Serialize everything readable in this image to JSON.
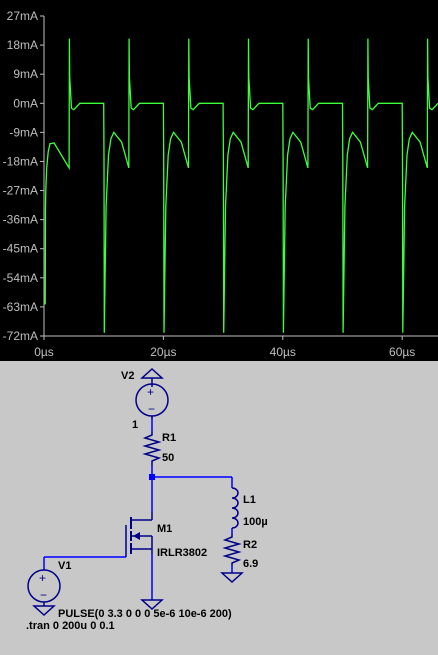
{
  "colors": {
    "plot_background": "#000000",
    "trace": "#3cff3c",
    "axis_text": "#bfbfbf",
    "schematic_background": "#c8c8c8",
    "wire": "#0000ff",
    "component": "#000088",
    "ground": "#000088",
    "junction": "#0000ff"
  },
  "chart_data": {
    "type": "line",
    "x_unit": "µs",
    "y_unit": "mA",
    "xlim": [
      0,
      66
    ],
    "ylim": [
      -72,
      27
    ],
    "grid": false,
    "x_ticks": [
      "0µs",
      "20µs",
      "40µs",
      "60µs"
    ],
    "x_tick_values": [
      0,
      20,
      40,
      60
    ],
    "y_ticks": [
      "27mA",
      "18mA",
      "9mA",
      "0mA",
      "-9mA",
      "-18mA",
      "-27mA",
      "-36mA",
      "-45mA",
      "-54mA",
      "-63mA",
      "-72mA"
    ],
    "y_tick_values": [
      27,
      18,
      9,
      0,
      -9,
      -18,
      -27,
      -36,
      -45,
      -54,
      -63,
      -72
    ],
    "series": [
      {
        "x": [
          0,
          0.2,
          0.25,
          0.3,
          0.45,
          0.7,
          1,
          1.7,
          4.2,
          4.25,
          4.3,
          4.6,
          5,
          5.5,
          6,
          7,
          8,
          9.2,
          10,
          10.05,
          10.1,
          10.4,
          10.8,
          11.2,
          11.7,
          13,
          14.2,
          14.25,
          14.3,
          14.6,
          15,
          15.5,
          16,
          17,
          18,
          19.2,
          20,
          20.05,
          20.1,
          20.4,
          20.8,
          21.2,
          21.7,
          23,
          24.2,
          24.25,
          24.3,
          24.6,
          25,
          25.5,
          26,
          27,
          28,
          29.2,
          30,
          30.05,
          30.1,
          30.4,
          30.8,
          31.2,
          31.7,
          33,
          34.2,
          34.25,
          34.3,
          34.6,
          35,
          35.5,
          36,
          37,
          38,
          39.2,
          40,
          40.05,
          40.1,
          40.4,
          40.8,
          41.2,
          41.7,
          43,
          44.2,
          44.25,
          44.3,
          44.6,
          45,
          45.5,
          46,
          47,
          48,
          49.2,
          50,
          50.05,
          50.1,
          50.4,
          50.8,
          51.2,
          51.7,
          53,
          54.2,
          54.25,
          54.3,
          54.6,
          55,
          55.5,
          56,
          57,
          58,
          59.2,
          60,
          60.05,
          60.1,
          60.4,
          60.8,
          61.2,
          61.7,
          63,
          64.2,
          64.25,
          64.3,
          64.6,
          65,
          65.5,
          66
        ],
        "y": [
          -62,
          -62,
          -33,
          -27,
          -20,
          -15,
          -12.5,
          -12.3,
          -20,
          20,
          8,
          -1.5,
          -2,
          -1,
          0,
          0,
          0,
          0,
          0,
          -17,
          -71,
          -32,
          -16,
          -11,
          -9,
          -12,
          -20,
          20,
          8,
          -1.5,
          -2,
          -1,
          0,
          0,
          0,
          0,
          0,
          -17,
          -71,
          -32,
          -16,
          -11,
          -9,
          -12,
          -20,
          20,
          8,
          -1.5,
          -2,
          -1,
          0,
          0,
          0,
          0,
          0,
          -17,
          -71,
          -32,
          -16,
          -11,
          -9,
          -12,
          -20,
          20,
          8,
          -1.5,
          -2,
          -1,
          0,
          0,
          0,
          0,
          0,
          -17,
          -71,
          -32,
          -16,
          -11,
          -9,
          -12,
          -20,
          20,
          8,
          -1.5,
          -2,
          -1,
          0,
          0,
          0,
          0,
          0,
          -17,
          -71,
          -32,
          -16,
          -11,
          -9,
          -12,
          -20,
          20,
          8,
          -1.5,
          -2,
          -1,
          0,
          0,
          0,
          0,
          0,
          -17,
          -71,
          -32,
          -16,
          -11,
          -9,
          -12,
          -20,
          20,
          8,
          -1.5,
          -2,
          -1,
          0
        ]
      }
    ]
  },
  "schematic": {
    "v2_name": "V2",
    "v2_value": "1",
    "r1_name": "R1",
    "r1_value": "50",
    "l1_name": "L1",
    "l1_value": "100µ",
    "r2_name": "R2",
    "r2_value": "6.9",
    "m1_name": "M1",
    "m1_model": "IRLR3802",
    "v1_name": "V1",
    "v1_value": "PULSE(0 3.3 0 0 0 5e-6 10e-6 200)",
    "directive": ".tran 0 200u 0 0.1"
  }
}
